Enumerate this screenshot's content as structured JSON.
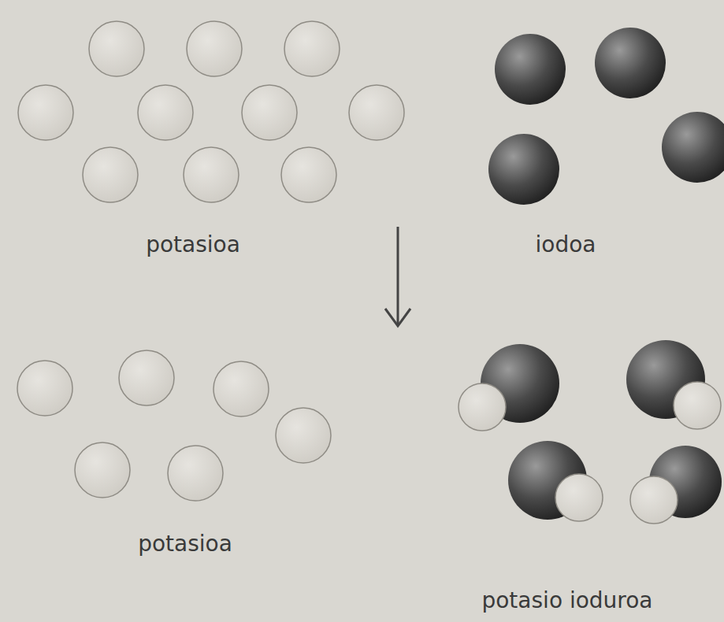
{
  "diagram": {
    "labels": [
      "potasioa",
      "iodoa",
      "potasioa",
      "potasio ioduroa"
    ]
  }
}
